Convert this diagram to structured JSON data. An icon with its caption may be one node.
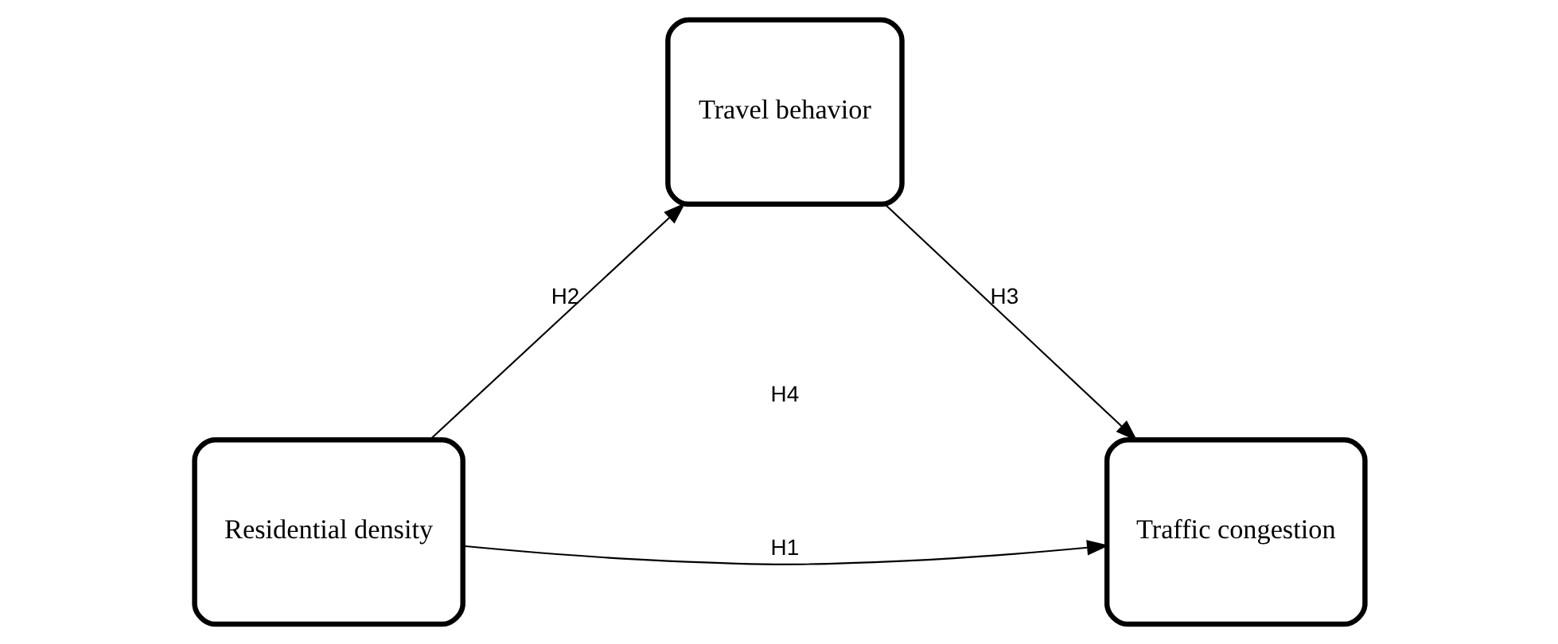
{
  "diagram": {
    "nodes": [
      {
        "text": [
          "Residential density"
        ]
      },
      {
        "text": [
          "Travel behavior"
        ]
      },
      {
        "text": [
          "Traffic congestion"
        ]
      }
    ],
    "edges": [
      {
        "from": 0,
        "to": 1,
        "arrow": "to",
        "label": "H2"
      },
      {
        "from": 1,
        "to": 2,
        "arrow": "to",
        "label": "H3"
      },
      {
        "from": 0,
        "to": 2,
        "arrow": "to",
        "label": "H1"
      }
    ],
    "labels": [
      "H4"
    ]
  }
}
